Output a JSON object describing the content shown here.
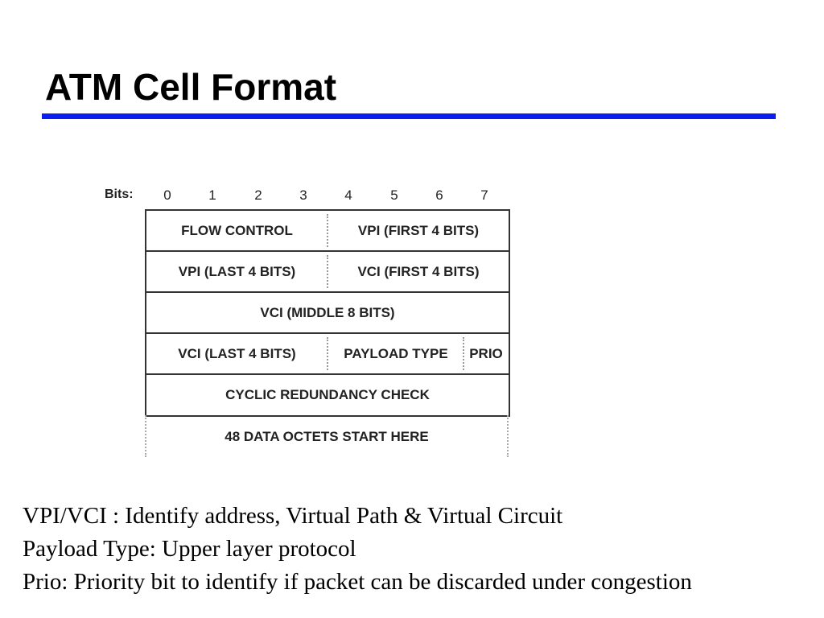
{
  "title": "ATM Cell Format",
  "colors": {
    "title_rule": "#0a1ef0",
    "cell_border": "#333333",
    "dotted_divider": "#999999"
  },
  "diagram": {
    "bits_label": "Bits:",
    "bit_numbers": [
      "0",
      "1",
      "2",
      "3",
      "4",
      "5",
      "6",
      "7"
    ],
    "rows": [
      [
        "FLOW CONTROL",
        "VPI (FIRST 4 BITS)"
      ],
      [
        "VPI (LAST 4 BITS)",
        "VCI (FIRST 4 BITS)"
      ],
      [
        "VCI (MIDDLE 8 BITS)"
      ],
      [
        "VCI (LAST 4 BITS)",
        "PAYLOAD TYPE",
        "PRIO"
      ],
      [
        "CYCLIC REDUNDANCY CHECK"
      ]
    ],
    "data_row": "48 DATA OCTETS START HERE"
  },
  "notes": [
    "VPI/VCI : Identify address, Virtual Path & Virtual Circuit",
    "Payload Type: Upper layer protocol",
    "Prio: Priority bit to identify if packet can be discarded under congestion"
  ]
}
